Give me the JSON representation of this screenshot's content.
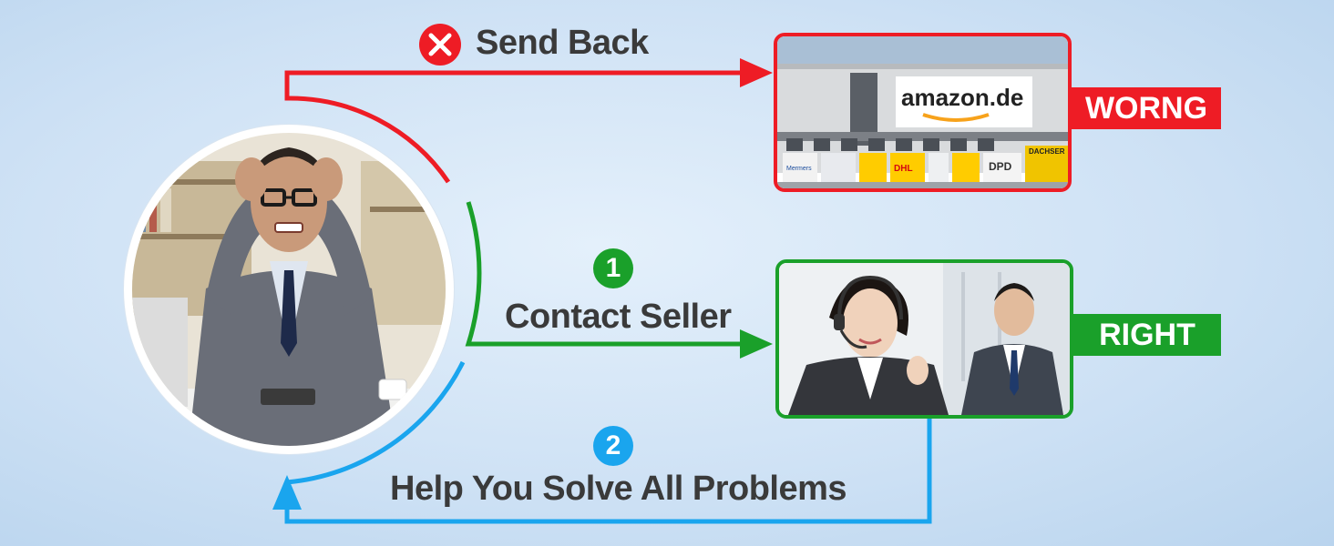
{
  "send_back": {
    "label": "Send Back",
    "icon": "x-circle-icon",
    "color": "#ee1c25"
  },
  "contact": {
    "step": "1",
    "label": "Contact Seller",
    "color": "#1aa02a"
  },
  "solve": {
    "step": "2",
    "label": "Help You Solve All Problems",
    "color": "#1aa5ee"
  },
  "wrong_tag": {
    "text": "WORNG",
    "color": "#ee1c25"
  },
  "right_tag": {
    "text": "RIGHT",
    "color": "#1aa02a"
  },
  "warehouse_photo": {
    "sign_text": "amazon.de",
    "carriers": [
      "DHL",
      "DPD",
      "DACHSER",
      "Mermers"
    ]
  },
  "customer_photo": {
    "subject": "frustrated businessman"
  },
  "support_photo": {
    "subject": "customer service agents with headsets"
  }
}
